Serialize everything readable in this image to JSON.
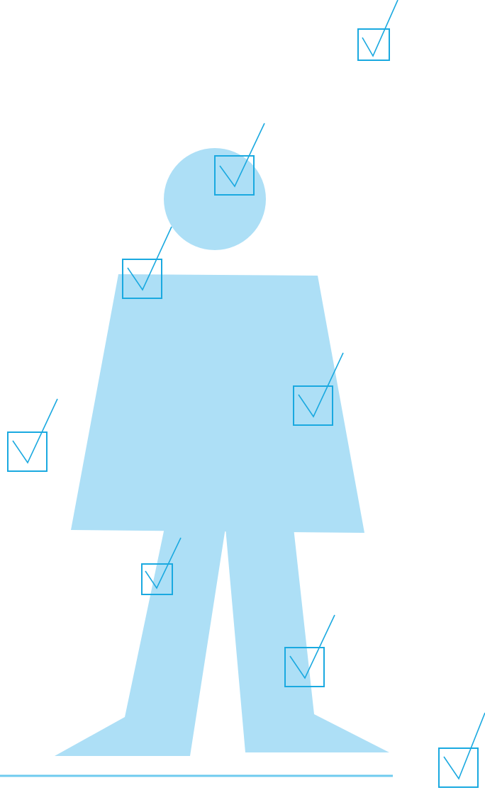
{
  "colors": {
    "figure": "#ADDFF6",
    "accent": "#1AA9E0",
    "ground": "#6FCBEF",
    "background": "#FFFFFF"
  },
  "figure": {
    "description_icon": "person-silhouette-icon",
    "parts": [
      "head",
      "torso",
      "left-leg",
      "right-leg"
    ]
  },
  "checkboxes": [
    {
      "name": "checkbox-top-right",
      "state": "checked"
    },
    {
      "name": "checkbox-head",
      "state": "checked"
    },
    {
      "name": "checkbox-shoulder",
      "state": "checked"
    },
    {
      "name": "checkbox-torso-right",
      "state": "checked"
    },
    {
      "name": "checkbox-left-side",
      "state": "checked"
    },
    {
      "name": "checkbox-left-leg",
      "state": "checked"
    },
    {
      "name": "checkbox-right-leg",
      "state": "checked"
    },
    {
      "name": "checkbox-bottom-right",
      "state": "checked"
    }
  ]
}
